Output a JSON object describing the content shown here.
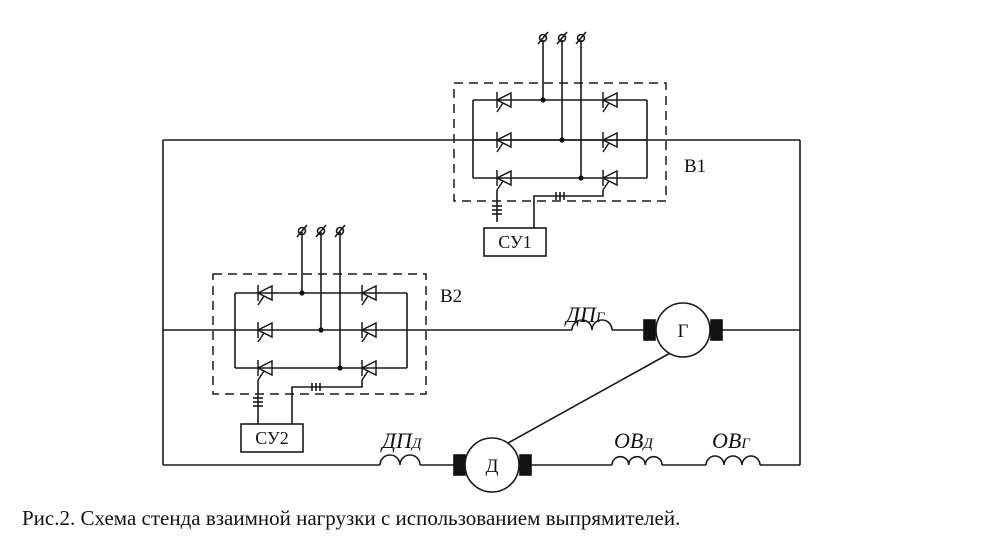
{
  "diagram": {
    "converter1_label": "B1",
    "converter2_label": "B2",
    "control1_label": "СУ1",
    "control2_label": "СУ2",
    "generator_label": "Г",
    "motor_label": "Д",
    "dp_gen": {
      "main": "ДП",
      "sub": "Г"
    },
    "dp_motor": {
      "main": "ДП",
      "sub": "Д"
    },
    "ov_motor": {
      "main": "ОВ",
      "sub": "Д"
    },
    "ov_gen": {
      "main": "ОВ",
      "sub": "Г"
    }
  },
  "caption": "Рис.2. Схема стенда взаимной нагрузки с использованием выпрямителей."
}
